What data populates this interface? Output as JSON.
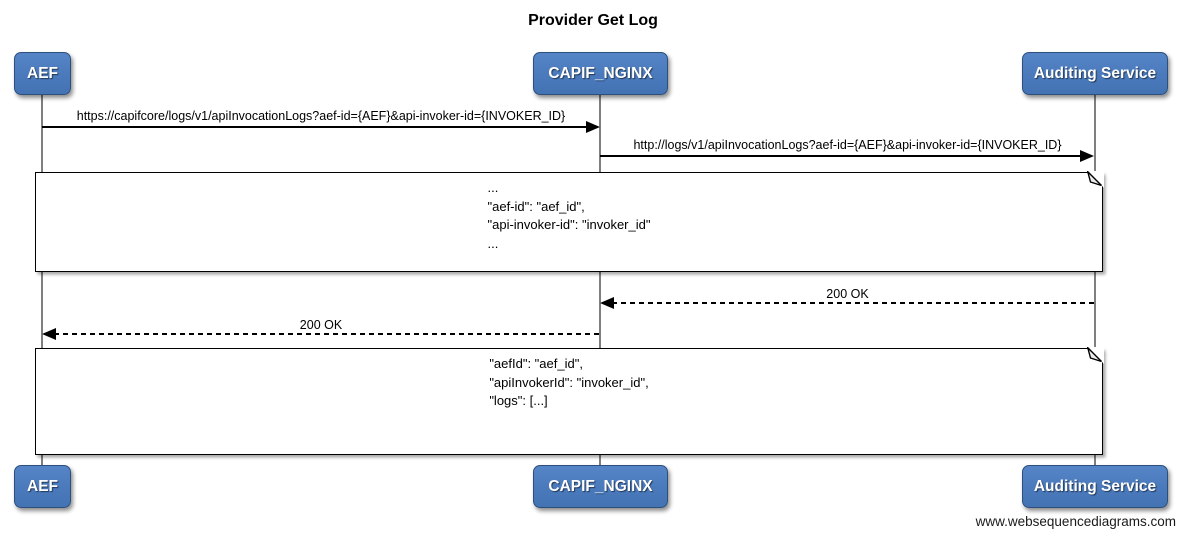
{
  "title": "Provider Get Log",
  "actors": [
    {
      "id": "aef",
      "label": "AEF"
    },
    {
      "id": "capif-nginx",
      "label": "CAPIF_NGINX"
    },
    {
      "id": "auditing-service",
      "label": "Auditing Service"
    }
  ],
  "messages": [
    {
      "from": "AEF",
      "to": "CAPIF_NGINX",
      "style": "solid",
      "label": "https://capifcore/logs/v1/apiInvocationLogs?aef-id={AEF}&api-invoker-id={INVOKER_ID}"
    },
    {
      "from": "CAPIF_NGINX",
      "to": "Auditing Service",
      "style": "solid",
      "label": "http://logs/v1/apiInvocationLogs?aef-id={AEF}&api-invoker-id={INVOKER_ID}"
    },
    {
      "from": "Auditing Service",
      "to": "CAPIF_NGINX",
      "style": "dashed",
      "label": "200 OK"
    },
    {
      "from": "CAPIF_NGINX",
      "to": "AEF",
      "style": "dashed",
      "label": "200 OK"
    }
  ],
  "notes": [
    {
      "lines": [
        "...",
        "\"aef-id\": \"aef_id\",",
        "\"api-invoker-id\": \"invoker_id\"",
        "..."
      ]
    },
    {
      "lines": [
        "\"aefId\": \"aef_id\",",
        "\"apiInvokerId\": \"invoker_id\",",
        "\"logs\": [...]"
      ]
    }
  ],
  "footer": "www.websequencediagrams.com",
  "colors": {
    "actor_fill": "#4b7cbe",
    "actor_border": "#2d4f7c",
    "arrow_line": "#000000",
    "lifeline": "#7f7f7f",
    "note_background": "#ffffff"
  }
}
